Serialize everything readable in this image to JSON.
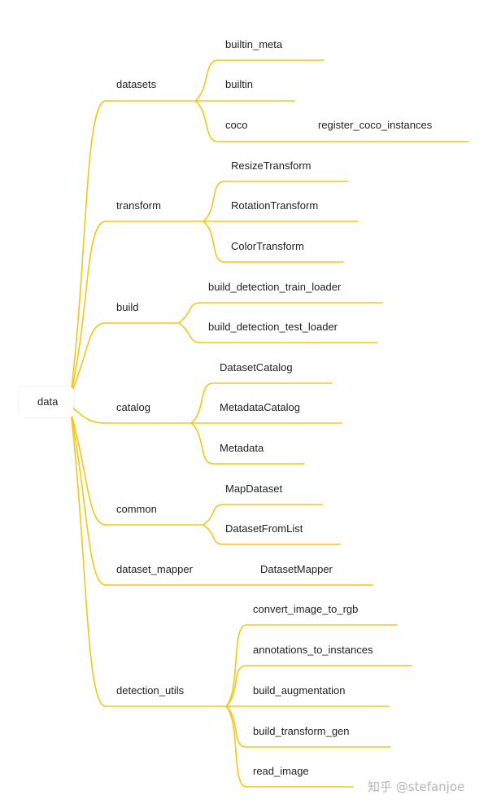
{
  "branch_color": "#F5C518",
  "root": {
    "label": "data"
  },
  "datasets": {
    "label": "datasets",
    "children": [
      "builtin_meta",
      "builtin",
      "coco"
    ],
    "grandchild": "register_coco_instances"
  },
  "transform": {
    "label": "transform",
    "children": [
      "ResizeTransform",
      "RotationTransform",
      "ColorTransform"
    ]
  },
  "build": {
    "label": "build",
    "children": [
      "build_detection_train_loader",
      "build_detection_test_loader"
    ]
  },
  "catalog": {
    "label": "catalog",
    "children": [
      "DatasetCatalog",
      "MetadataCatalog",
      "Metadata"
    ]
  },
  "common": {
    "label": "common",
    "children": [
      "MapDataset",
      "DatasetFromList"
    ]
  },
  "dataset_mapper": {
    "label": "dataset_mapper",
    "children": [
      "DatasetMapper"
    ]
  },
  "detection_utils": {
    "label": "detection_utils",
    "children": [
      "convert_image_to_rgb",
      "annotations_to_instances",
      "build_augmentation",
      "build_transform_gen",
      "read_image"
    ]
  },
  "watermark": "知乎 @stefanjoe"
}
